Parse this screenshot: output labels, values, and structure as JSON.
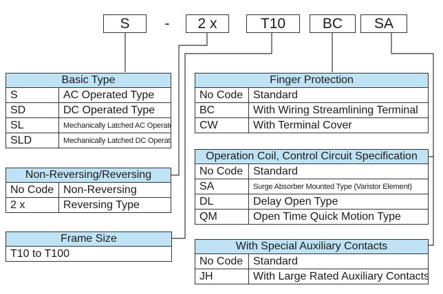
{
  "code_parts": {
    "type": "S",
    "separator": "-",
    "reversing": "2 x",
    "frame": "T10",
    "finger": "BC",
    "coil": "SA"
  },
  "basic_type": {
    "title": "Basic Type",
    "rows": [
      {
        "code": "S",
        "desc": "AC Operated Type"
      },
      {
        "code": "SD",
        "desc": "DC Operated Type"
      },
      {
        "code": "SL",
        "desc": "Mechanically Latched AC Operated Type"
      },
      {
        "code": "SLD",
        "desc": "Mechanically Latched DC Operated Type"
      }
    ]
  },
  "reversing": {
    "title": "Non-Reversing/Reversing",
    "rows": [
      {
        "code": "No Code",
        "desc": "Non-Reversing"
      },
      {
        "code": "2 x",
        "desc": "Reversing Type"
      }
    ]
  },
  "frame_size": {
    "title": "Frame Size",
    "value": "T10 to T100"
  },
  "finger_protection": {
    "title": "Finger Protection",
    "rows": [
      {
        "code": "No Code",
        "desc": "Standard"
      },
      {
        "code": "BC",
        "desc": "With Wiring Streamlining Terminal"
      },
      {
        "code": "CW",
        "desc": "With Terminal Cover"
      }
    ]
  },
  "coil_spec": {
    "title": "Operation Coil, Control Circuit Specification",
    "rows": [
      {
        "code": "No Code",
        "desc": "Standard"
      },
      {
        "code": "SA",
        "desc": "Surge Absorber Mounted Type (Varistor Element)"
      },
      {
        "code": "DL",
        "desc": "Delay Open Type"
      },
      {
        "code": "QM",
        "desc": "Open Time Quick Motion Type"
      }
    ]
  },
  "aux_contacts": {
    "title": "With Special Auxiliary Contacts",
    "rows": [
      {
        "code": "No Code",
        "desc": "Standard"
      },
      {
        "code": "JH",
        "desc": "With Large Rated Auxiliary Contacts"
      }
    ]
  }
}
